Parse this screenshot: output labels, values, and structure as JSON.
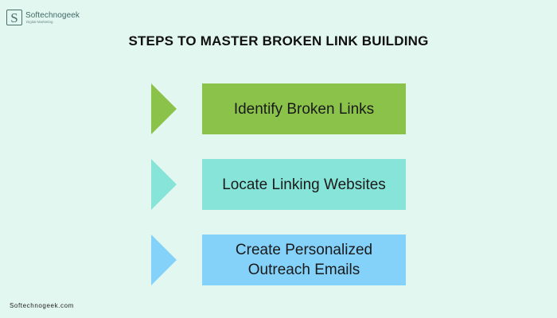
{
  "logo": {
    "mark": "S",
    "name": "Softechnogeek",
    "tagline": "Digital Marketing"
  },
  "title": "STEPS TO MASTER BROKEN LINK BUILDING",
  "steps": [
    {
      "label": "Identify Broken Links",
      "color": "#8bc34a"
    },
    {
      "label": "Locate Linking Websites",
      "color": "#86e4d8"
    },
    {
      "label": "Create Personalized Outreach Emails",
      "color": "#84d2fa"
    }
  ],
  "footer": "Softechnogeek.com",
  "colors": {
    "background": "#e3f7f1",
    "logo": "#3f6661"
  }
}
